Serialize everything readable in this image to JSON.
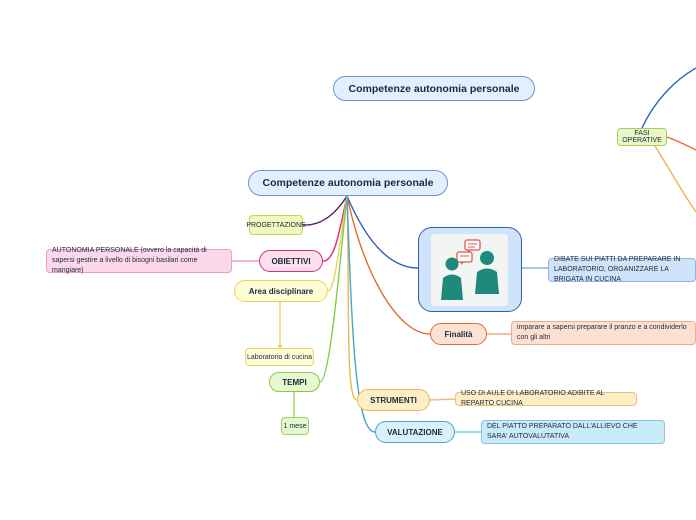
{
  "title_top": "Competenze autonomia personale",
  "title_main": "Competenze autonomia personale",
  "nodes": {
    "progettazione": "PROGETTAZIONE",
    "obiettivi": "OBIETTIVI",
    "obiettivi_note": "AUTONOMIA PERSONALE (ovvero la capacità di sapersi gestire a livello di bisogni basilari come mangiare)",
    "area": "Area disciplinare",
    "laboratorio": "Laboratorio di cucina",
    "tempi": "TEMPI",
    "mese": "1 mese",
    "dibate_note": "DIBATE SUI PIATTI DA PREPARARE IN LABORATORIO, ORGANIZZARE LA BRIGATA IN CUCINA",
    "finalita": "Finalità",
    "finalita_note": "imparare a sapersi preparare il pranzo e a condividerlo con gli altri",
    "strumenti": "STRUMENTI",
    "strumenti_note": "USO DI AULE DI LABORATORIO ADIBITE AL REPARTO CUCINA",
    "valutazione": "VALUTAZIONE",
    "valutazione_note": "DEL PIATTO PREPARATO DALL'ALLIEVO  CHE SARA' AUTOVALUTATIVA",
    "fasi": "FASI OPERATIVE"
  },
  "icons": {
    "discussion": "two-people-talking-icon"
  },
  "colors": {
    "title_border": "#6f97cf",
    "progettazione_link": "#5b1f6e",
    "obiettivi": "#de2a78",
    "area": "#e8d653",
    "tempi": "#89c94a",
    "image_node": "#2d62b7",
    "finalita": "#e46a32",
    "strumenti": "#eab84a",
    "valutazione": "#45a7cf"
  }
}
